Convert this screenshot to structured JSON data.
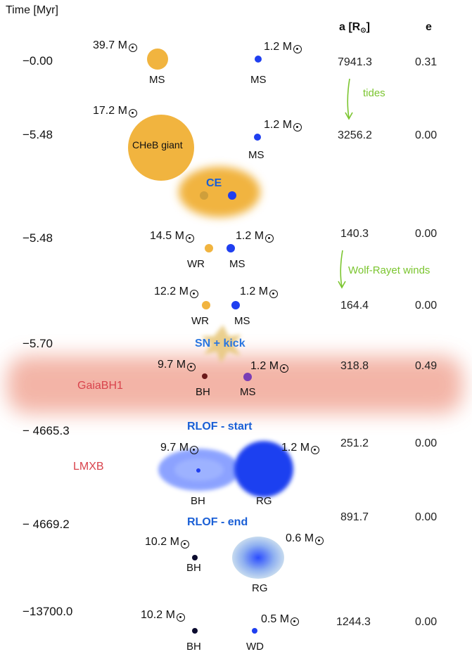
{
  "header": {
    "time_label": "Time [Myr]",
    "a_label": "a [R",
    "e_label": "e"
  },
  "rows": [
    {
      "time": "−0.00",
      "a": "7941.3",
      "e": "0.31",
      "m1": "39.7 M",
      "m2": "1.2 M",
      "t1": "MS",
      "t2": "MS"
    },
    {
      "time": "−5.48",
      "a": "3256.2",
      "e": "0.00",
      "m1": "17.2 M",
      "m2": "1.2 M",
      "t1": "CHeB giant",
      "t2": "MS"
    },
    {
      "time": "−5.48",
      "a": "140.3",
      "e": "0.00",
      "m1": "14.5 M",
      "m2": "1.2 M",
      "t1": "WR",
      "t2": "MS"
    },
    {
      "time": "",
      "a": "164.4",
      "e": "0.00",
      "m1": "12.2 M",
      "m2": "1.2 M",
      "t1": "WR",
      "t2": "MS"
    },
    {
      "time": "−5.70",
      "a": "318.8",
      "e": "0.49",
      "m1": "9.7 M",
      "m2": "1.2 M",
      "t1": "BH",
      "t2": "MS"
    },
    {
      "time": "− 4665.3",
      "a": "251.2",
      "e": "0.00",
      "m1": "9.7 M",
      "m2": "1.2 M",
      "t1": "BH",
      "t2": "RG"
    },
    {
      "time": "− 4669.2",
      "a": "891.7",
      "e": "0.00",
      "m1": "10.2 M",
      "m2": "0.6 M",
      "t1": "BH",
      "t2": "RG"
    },
    {
      "time": "−13700.0",
      "a": "1244.3",
      "e": "0.00",
      "m1": "10.2 M",
      "m2": "0.5 M",
      "t1": "BH",
      "t2": "WD"
    }
  ],
  "events": {
    "tides": "tides",
    "ce": "CE",
    "wr_winds": "Wolf-Rayet winds",
    "sn": "SN + kick",
    "gaia": "GaiaBH1",
    "rlof_start": "RLOF - start",
    "lmxb": "LMXB",
    "rlof_end": "RLOF - end"
  },
  "colors": {
    "orange": "#f1b43f",
    "blue": "#1f3ff0",
    "event_blue": "#1a5fd6",
    "green": "#7bc52f",
    "gaia_band": "#f0b0a4",
    "gaia_text": "#d9434c",
    "bh_dark_red": "#6b1a1a",
    "ms_purple": "#7a3db5"
  }
}
